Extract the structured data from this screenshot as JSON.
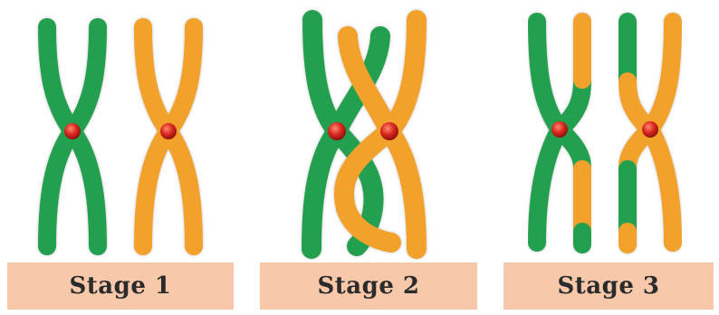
{
  "stages": [
    {
      "label": "Stage 1"
    },
    {
      "label": "Stage 2"
    },
    {
      "label": "Stage 3"
    }
  ],
  "colors": {
    "chromatid_green": "#22a050",
    "chromatid_orange": "#f2a12a",
    "centromere": "#d8261f",
    "label_background": "#f7c9aa"
  }
}
